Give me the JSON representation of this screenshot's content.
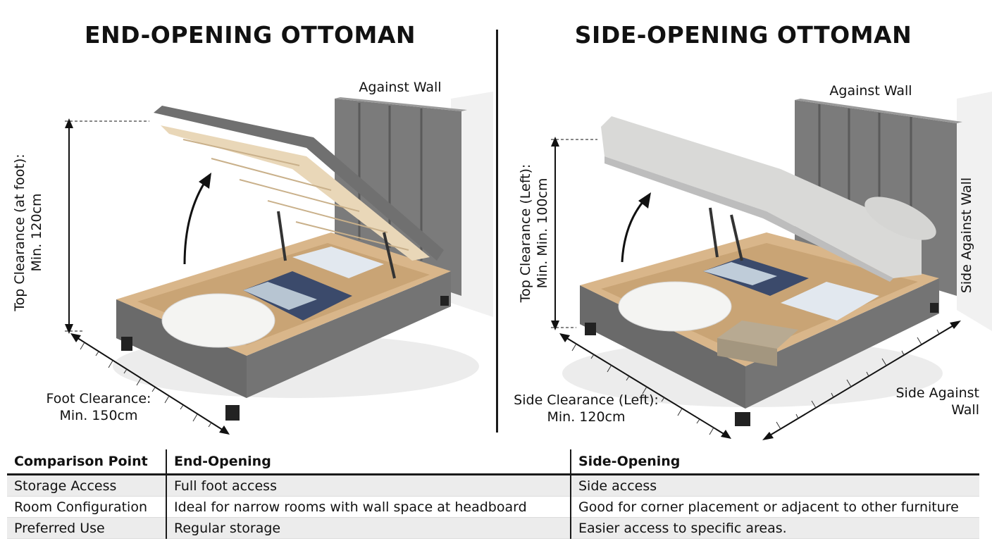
{
  "left": {
    "title": "END-OPENING OTTOMAN",
    "wall_label": "Against Wall",
    "top_clearance_line1": "Top Clearance (at foot):",
    "top_clearance_line2": "Min. 120cm",
    "foot_clearance_line1": "Foot Clearance:",
    "foot_clearance_line2": "Min. 150cm"
  },
  "right": {
    "title": "SIDE-OPENING OTTOMAN",
    "wall_label": "Against Wall",
    "top_clearance_line1": "Top Clearance (Left):",
    "top_clearance_line2": "Min. Min. 100cm",
    "side_wall_vertical": "Side Against Wall",
    "side_clearance_line1": "Side Clearance (Left):",
    "side_clearance_line2": "Min. 120cm",
    "side_wall_line1": "Side Against",
    "side_wall_line2": "Wall"
  },
  "table": {
    "headers": [
      "Comparison Point",
      "End-Opening",
      "Side-Opening"
    ],
    "rows": [
      [
        "Storage Access",
        "Full foot access",
        "Side access"
      ],
      [
        "Room Configuration",
        "Ideal for narrow rooms with wall space at headboard",
        "Good for corner placement or adjacent to other furniture"
      ],
      [
        "Preferred Use",
        "Regular storage",
        "Easier access to specific areas."
      ]
    ]
  },
  "colors": {
    "fabric": "#7a7a7a",
    "fabric_dark": "#5e5e5e",
    "wood": "#d9b68a",
    "slats": "#e8d6b8",
    "pillow": "#f4f4f2",
    "bag_blue": "#3b4a6b",
    "divider": "#1a1a1a"
  }
}
